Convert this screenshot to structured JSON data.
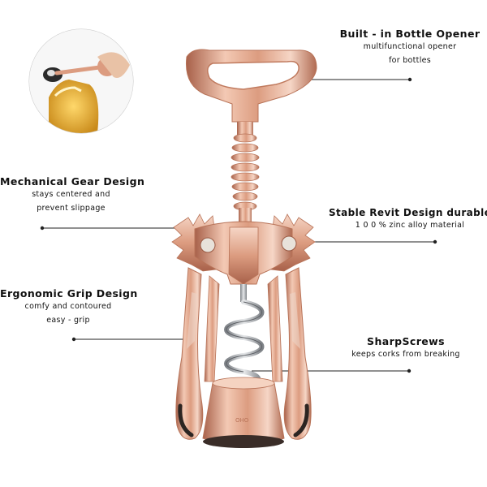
{
  "callouts": {
    "opener": {
      "title": "Built - in Bottle Opener",
      "line1": "multifunctional opener",
      "line2": "for bottles"
    },
    "gear": {
      "title": "Mechanical Gear Design",
      "line1": "stays centered and",
      "line2": "prevent slippage"
    },
    "rivet": {
      "title": "Stable Revit Design durable",
      "line1": "1 0 0 % zinc alloy material"
    },
    "grip": {
      "title": "Ergonomic Grip Design",
      "line1": "comfy and contoured",
      "line2": "easy - grip"
    },
    "screw": {
      "title": "SharpScrews",
      "line1": "keeps corks from breaking"
    }
  },
  "colors": {
    "copper_light": "#f3c9b4",
    "copper_mid": "#dc9c80",
    "copper_dark": "#a8614a",
    "steel": "#b9bcc1",
    "leader_line": "#222222"
  },
  "icons": {
    "product": "wine-corkscrew-image",
    "inset": "bottle-opening-inset-image"
  }
}
